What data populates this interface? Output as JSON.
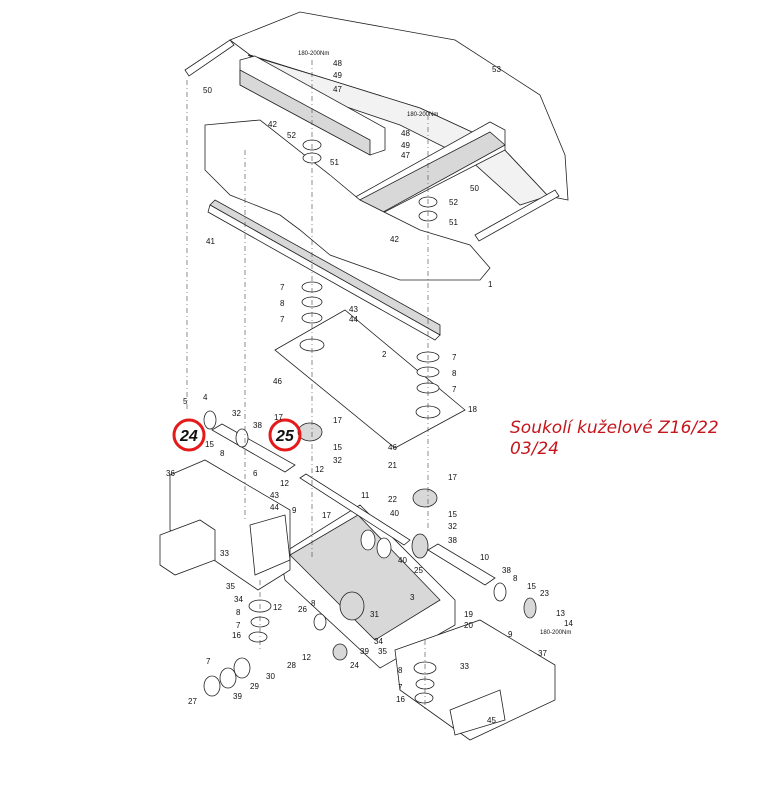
{
  "annotation": {
    "line1": "Soukolí kuželové Z16/22",
    "line2": "03/24",
    "color": "#c4161c"
  },
  "highlight_color": "#e41a1a",
  "highlighted": [
    "24",
    "25"
  ],
  "torque": [
    "180-200Nm",
    "180-200Nm",
    "180-200Nm"
  ],
  "labels": [
    "53",
    "48",
    "49",
    "47",
    "50",
    "42",
    "52",
    "51",
    "48",
    "49",
    "47",
    "50",
    "52",
    "51",
    "41",
    "42",
    "1",
    "7",
    "8",
    "7",
    "43",
    "44",
    "2",
    "7",
    "8",
    "7",
    "46",
    "18",
    "5",
    "4",
    "32",
    "38",
    "17",
    "17",
    "24",
    "25",
    "15",
    "15",
    "32",
    "36",
    "8",
    "6",
    "12",
    "12",
    "46",
    "21",
    "17",
    "22",
    "11",
    "15",
    "43",
    "44",
    "9",
    "40",
    "32",
    "17",
    "38",
    "33",
    "40",
    "25",
    "10",
    "38",
    "8",
    "15",
    "23",
    "13",
    "14",
    "35",
    "34",
    "8",
    "3",
    "12",
    "7",
    "26",
    "8",
    "31",
    "19",
    "20",
    "9",
    "16",
    "33",
    "37",
    "34",
    "35",
    "12",
    "28",
    "39",
    "24",
    "30",
    "7",
    "29",
    "27",
    "39",
    "8",
    "7",
    "16",
    "45"
  ]
}
